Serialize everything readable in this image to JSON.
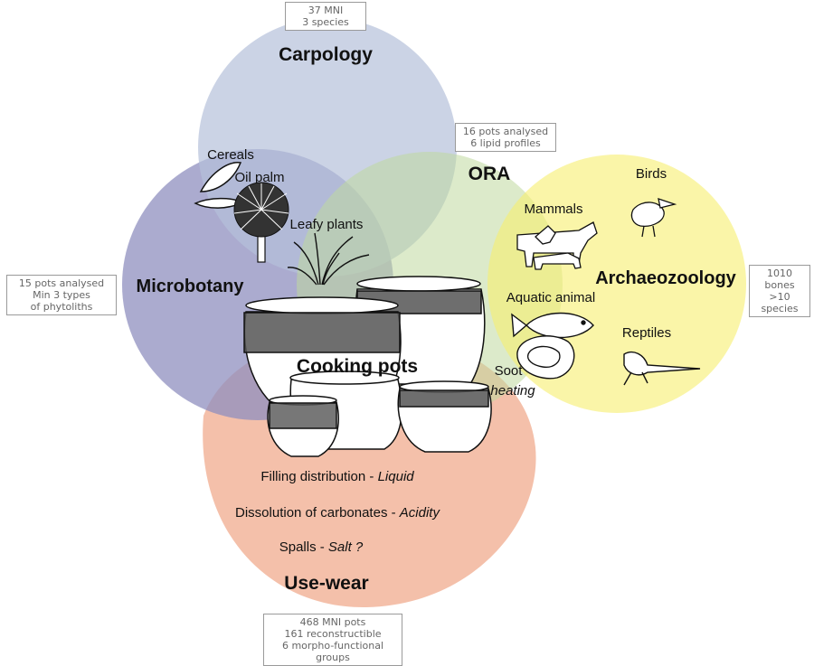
{
  "circles": {
    "carpology": {
      "title": "Carpology",
      "stats": [
        "37 MNI",
        "3 species"
      ],
      "color": "#bfc9de"
    },
    "microbotany": {
      "title": "Microbotany",
      "stats": [
        "15 pots analysed",
        "Min 3 types",
        "of phytoliths"
      ],
      "color": "#9c9cc4"
    },
    "ora": {
      "title": "ORA",
      "stats": [
        "16 pots analysed",
        "6 lipid profiles"
      ],
      "color": "#cfe0b4"
    },
    "archaeozoology": {
      "title": "Archaeozoology",
      "stats": [
        "1010 bones",
        ">10 species"
      ],
      "color": "#f7ef8a"
    },
    "usewear": {
      "title": "Use-wear",
      "stats": [
        "468 MNI pots",
        "161 reconstructible",
        "6 morpho-functional groups"
      ],
      "color": "#f2b59b"
    }
  },
  "center": {
    "title": "Cooking pots"
  },
  "plants": {
    "cereals": "Cereals",
    "oil_palm": "Oil palm",
    "leafy_plants": "Leafy plants"
  },
  "animals": {
    "mammals": "Mammals",
    "birds": "Birds",
    "aquatic": "Aquatic animal",
    "reptiles": "Reptiles"
  },
  "soot": {
    "label": "Soot",
    "sub": "heating"
  },
  "usewear_lines": [
    {
      "text": "Filling distribution - ",
      "italic": "Liquid"
    },
    {
      "text": "Dissolution of carbonates - ",
      "italic": "Acidity"
    },
    {
      "text": "Spalls - ",
      "italic": "Salt ?"
    }
  ]
}
